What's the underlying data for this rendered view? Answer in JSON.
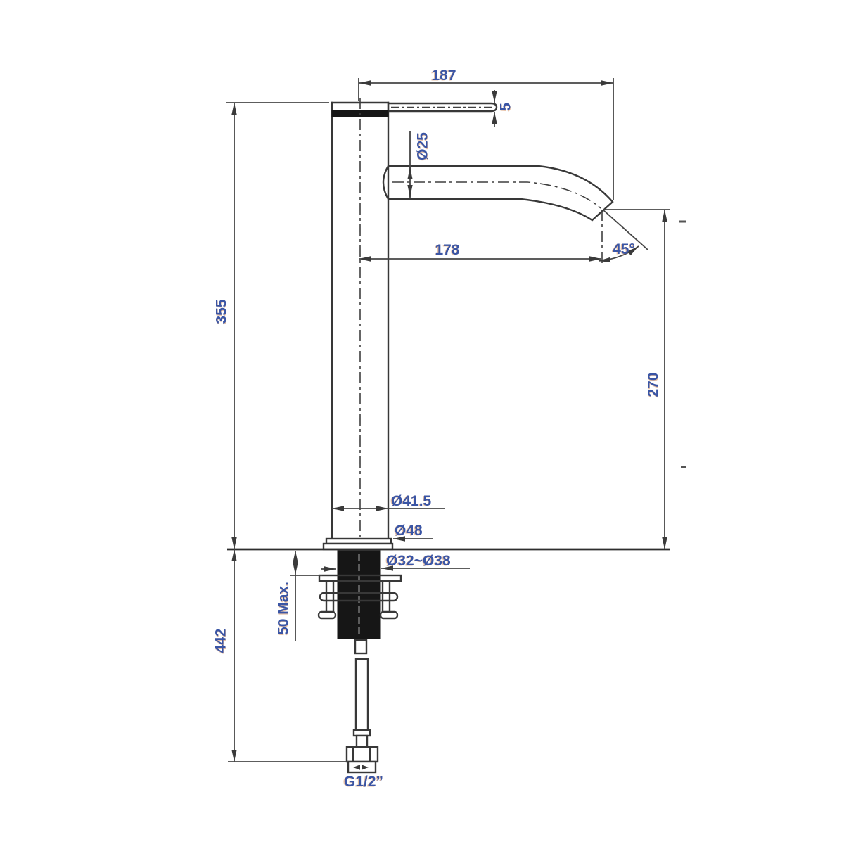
{
  "drawing": {
    "title": "basin mixer tap dimensional drawing",
    "labels": {
      "reach_overall": "187",
      "lever_thickness": "5",
      "spout_diameter": "Ø25",
      "spout_reach": "178",
      "outlet_angle": "45°",
      "spout_height_above_deck": "270",
      "height_above_deck": "355",
      "overall_height": "442",
      "body_diameter": "Ø41.5",
      "base_diameter": "Ø48",
      "mounting_hole_range": "Ø32~Ø38",
      "deck_thickness_max": "50 Max.",
      "inlet_thread": "G1/2”"
    },
    "colors": {
      "label_text": "#3a55a5",
      "line": "#383838",
      "solid_fill": "#161616",
      "background": "#ffffff"
    }
  }
}
